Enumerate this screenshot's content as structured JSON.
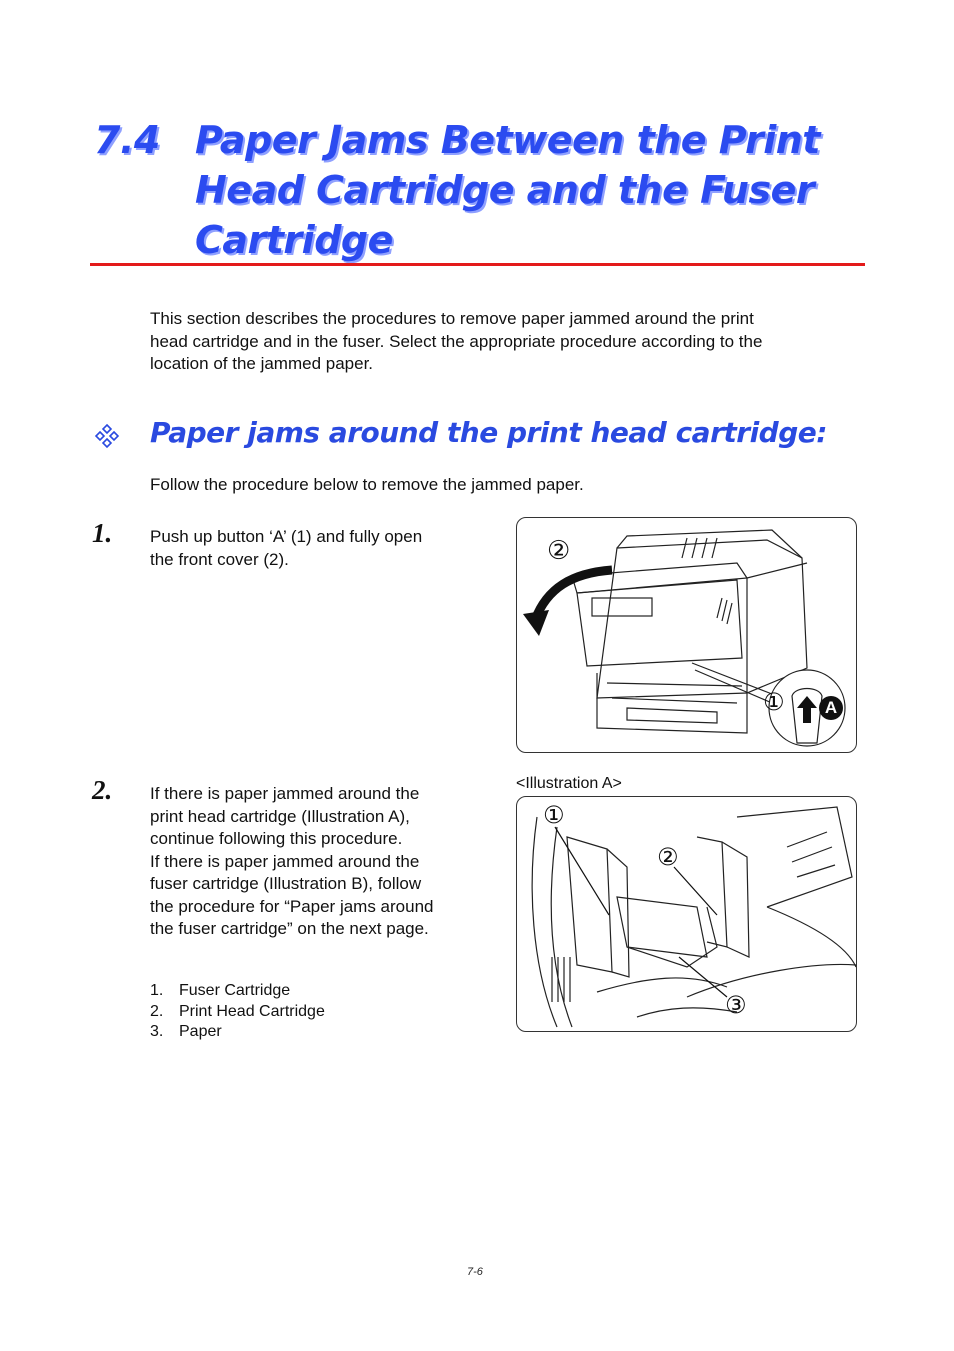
{
  "section": {
    "number": "7.4",
    "title_lines": [
      "Paper Jams Between the Print",
      "Head Cartridge and the Fuser",
      "Cartridge"
    ]
  },
  "intro_lines": [
    "This section describes the procedures to remove paper jammed around the print",
    "head cartridge and in the fuser. Select the appropriate procedure according to the",
    "location of the jammed paper."
  ],
  "subsection": {
    "title": "Paper jams around the print head cartridge:",
    "intro": "Follow the procedure below to remove the jammed paper."
  },
  "steps": [
    {
      "number": "1.",
      "lines": [
        "Push up button ‘A’ (1) and fully open",
        "the front cover (2)."
      ]
    },
    {
      "number": "2.",
      "lines": [
        "If there is paper jammed around the",
        "print head cartridge (Illustration A),",
        "continue following this procedure.",
        "If there is paper jammed around the",
        "fuser cartridge (Illustration B), follow",
        "the procedure for “Paper jams around",
        "the fuser cartridge” on the next page."
      ]
    }
  ],
  "figure1_callouts": {
    "c1": "①",
    "c2": "②",
    "a": "A"
  },
  "figure2": {
    "caption": "<Illustration A>",
    "callouts": {
      "c1": "①",
      "c2": "②",
      "c3": "③"
    }
  },
  "parts_list": [
    {
      "num": "1.",
      "label": "Fuser Cartridge"
    },
    {
      "num": "2.",
      "label": "Print Head Cartridge"
    },
    {
      "num": "3.",
      "label": "Paper"
    }
  ],
  "footer": {
    "page": "7-6"
  },
  "colors": {
    "heading": "#2b4bf0",
    "rule": "#e31a1a"
  }
}
